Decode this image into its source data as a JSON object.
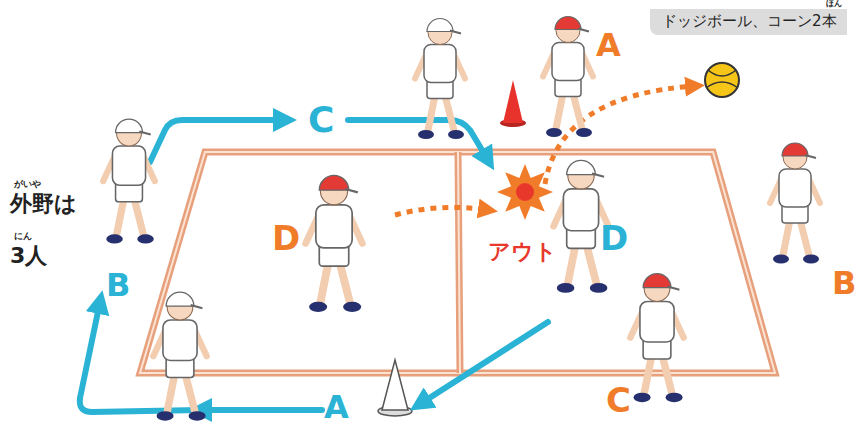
{
  "diagram": {
    "labels": [
      "ドッジボール、コーン2本",
      "ほん",
      "C",
      "A",
      "D",
      "アウト",
      "D",
      "がいや",
      "外野は",
      "にん",
      "3人",
      "B",
      "B",
      "A",
      "C"
    ]
  }
}
